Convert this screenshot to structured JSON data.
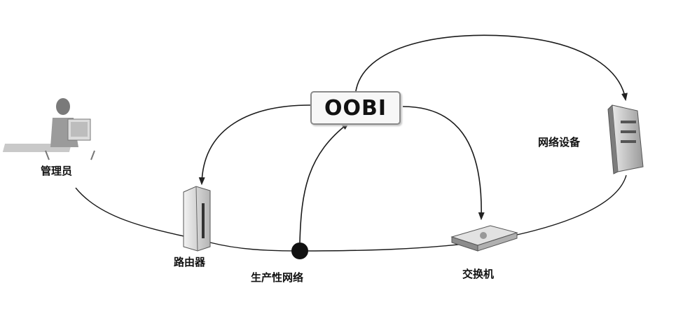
{
  "diagram": {
    "center": {
      "label": "OOBI"
    },
    "nodes": {
      "admin": {
        "label": "管理员",
        "icon": "administrator-icon"
      },
      "router": {
        "label": "路由器",
        "icon": "router-icon"
      },
      "production_network": {
        "label": "生产性网络",
        "icon": "network-node-icon"
      },
      "switch": {
        "label": "交换机",
        "icon": "switch-icon"
      },
      "network_device": {
        "label": "网络设备",
        "icon": "server-icon"
      }
    }
  }
}
